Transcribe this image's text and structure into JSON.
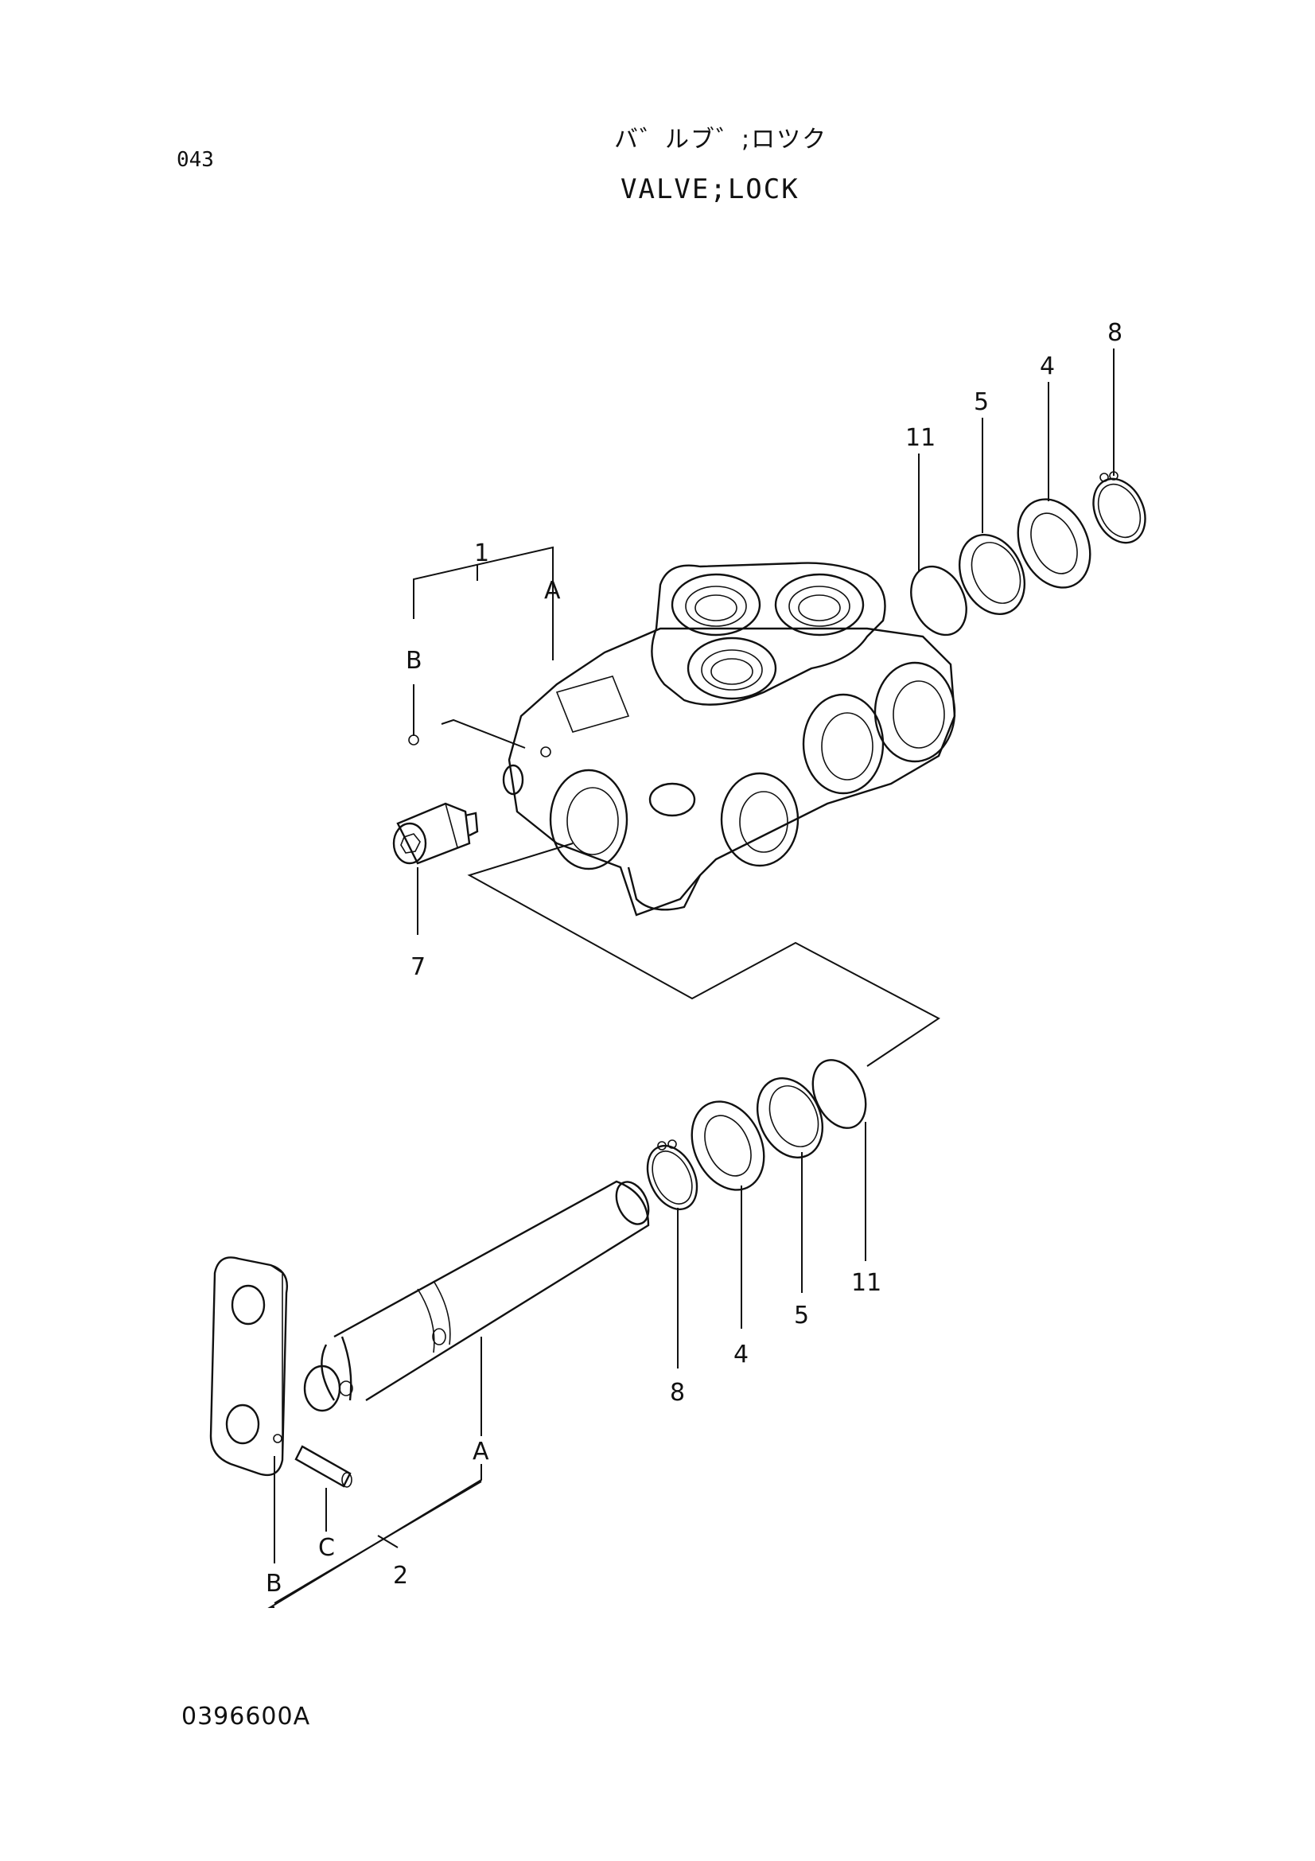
{
  "header": {
    "page_number": "043",
    "title_jp": "バ゛ルブ゛;ロツク",
    "title_en": "VALVE;LOCK"
  },
  "footer": {
    "drawing_number": "0396600A"
  },
  "callouts": {
    "upper_8": "8",
    "upper_4": "4",
    "upper_5": "5",
    "upper_11": "11",
    "group_1": "1",
    "ref_A_upper": "A",
    "ref_B_upper": "B",
    "plug_7": "7",
    "lower_11": "11",
    "lower_5": "5",
    "lower_4": "4",
    "lower_8": "8",
    "ref_A_lower": "A",
    "ref_C": "C",
    "ref_B_lower": "B",
    "group_2": "2"
  }
}
